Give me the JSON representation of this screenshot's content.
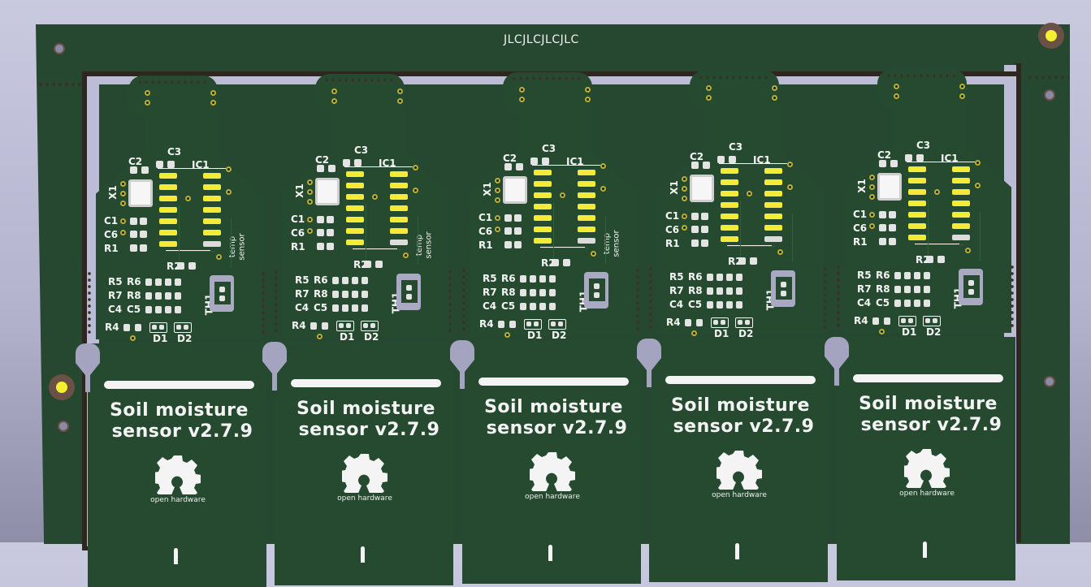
{
  "viewer": {
    "type": "pcb-3d-render",
    "background_top": "#c9c9e0",
    "background_bottom": "#8e8ea8"
  },
  "panel": {
    "rail_text": "JLCJLCJLCJLC",
    "soldermask_color": "#264730",
    "silkscreen_color": "#f4f4f4",
    "pad_color": "#f5eb36",
    "fiducials": [
      {
        "name": "fiducial-top-right"
      },
      {
        "name": "fiducial-left"
      }
    ],
    "board_count": 5
  },
  "boards": [
    {
      "title_line1": "Soil moisture",
      "title_line2": "sensor v2.7.9",
      "logo_label": "open hardware",
      "temp_label_1": "temp",
      "temp_label_2": "sensor",
      "refs": {
        "C2": "C2",
        "C3": "C3",
        "IC1": "IC1",
        "X1": "X1",
        "C1": "C1",
        "C6": "C6",
        "R1": "R1",
        "R2": "R2",
        "R5": "R5",
        "R6": "R6",
        "R7": "R7",
        "R8": "R8",
        "C4": "C4",
        "C5": "C5",
        "R4": "R4",
        "D1": "D1",
        "D2": "D2",
        "TH1": "TH1"
      }
    },
    {
      "title_line1": "Soil moisture",
      "title_line2": "sensor v2.7.9",
      "logo_label": "open hardware",
      "temp_label_1": "temp",
      "temp_label_2": "sensor",
      "refs": {
        "C2": "C2",
        "C3": "C3",
        "IC1": "IC1",
        "X1": "X1",
        "C1": "C1",
        "C6": "C6",
        "R1": "R1",
        "R2": "R2",
        "R5": "R5",
        "R6": "R6",
        "R7": "R7",
        "R8": "R8",
        "C4": "C4",
        "C5": "C5",
        "R4": "R4",
        "D1": "D1",
        "D2": "D2",
        "TH1": "TH1"
      }
    },
    {
      "title_line1": "Soil moisture",
      "title_line2": "sensor v2.7.9",
      "logo_label": "open hardware",
      "temp_label_1": "temp",
      "temp_label_2": "sensor",
      "refs": {
        "C2": "C2",
        "C3": "C3",
        "IC1": "IC1",
        "X1": "X1",
        "C1": "C1",
        "C6": "C6",
        "R1": "R1",
        "R2": "R2",
        "R5": "R5",
        "R6": "R6",
        "R7": "R7",
        "R8": "R8",
        "C4": "C4",
        "C5": "C5",
        "R4": "R4",
        "D1": "D1",
        "D2": "D2",
        "TH1": "TH1"
      }
    },
    {
      "title_line1": "Soil moisture",
      "title_line2": "sensor v2.7.9",
      "logo_label": "open hardware",
      "temp_label_1": "",
      "temp_label_2": "",
      "refs": {
        "C2": "C2",
        "C3": "C3",
        "IC1": "IC1",
        "X1": "X1",
        "C1": "C1",
        "C6": "C6",
        "R1": "R1",
        "R2": "R2",
        "R5": "R5",
        "R6": "R6",
        "R7": "R7",
        "R8": "R8",
        "C4": "C4",
        "C5": "C5",
        "R4": "R4",
        "D1": "D1",
        "D2": "D2",
        "TH1": "TH1"
      }
    },
    {
      "title_line1": "Soil moisture",
      "title_line2": "sensor v2.7.9",
      "logo_label": "open hardware",
      "temp_label_1": "",
      "temp_label_2": "",
      "refs": {
        "C2": "C2",
        "C3": "C3",
        "IC1": "IC1",
        "X1": "X1",
        "C1": "C1",
        "C6": "C6",
        "R1": "R1",
        "R2": "R2",
        "R5": "R5",
        "R6": "R6",
        "R7": "R7",
        "R8": "R8",
        "C4": "C4",
        "C5": "C5",
        "R4": "R4",
        "D1": "D1",
        "D2": "D2",
        "TH1": "TH1"
      }
    }
  ]
}
